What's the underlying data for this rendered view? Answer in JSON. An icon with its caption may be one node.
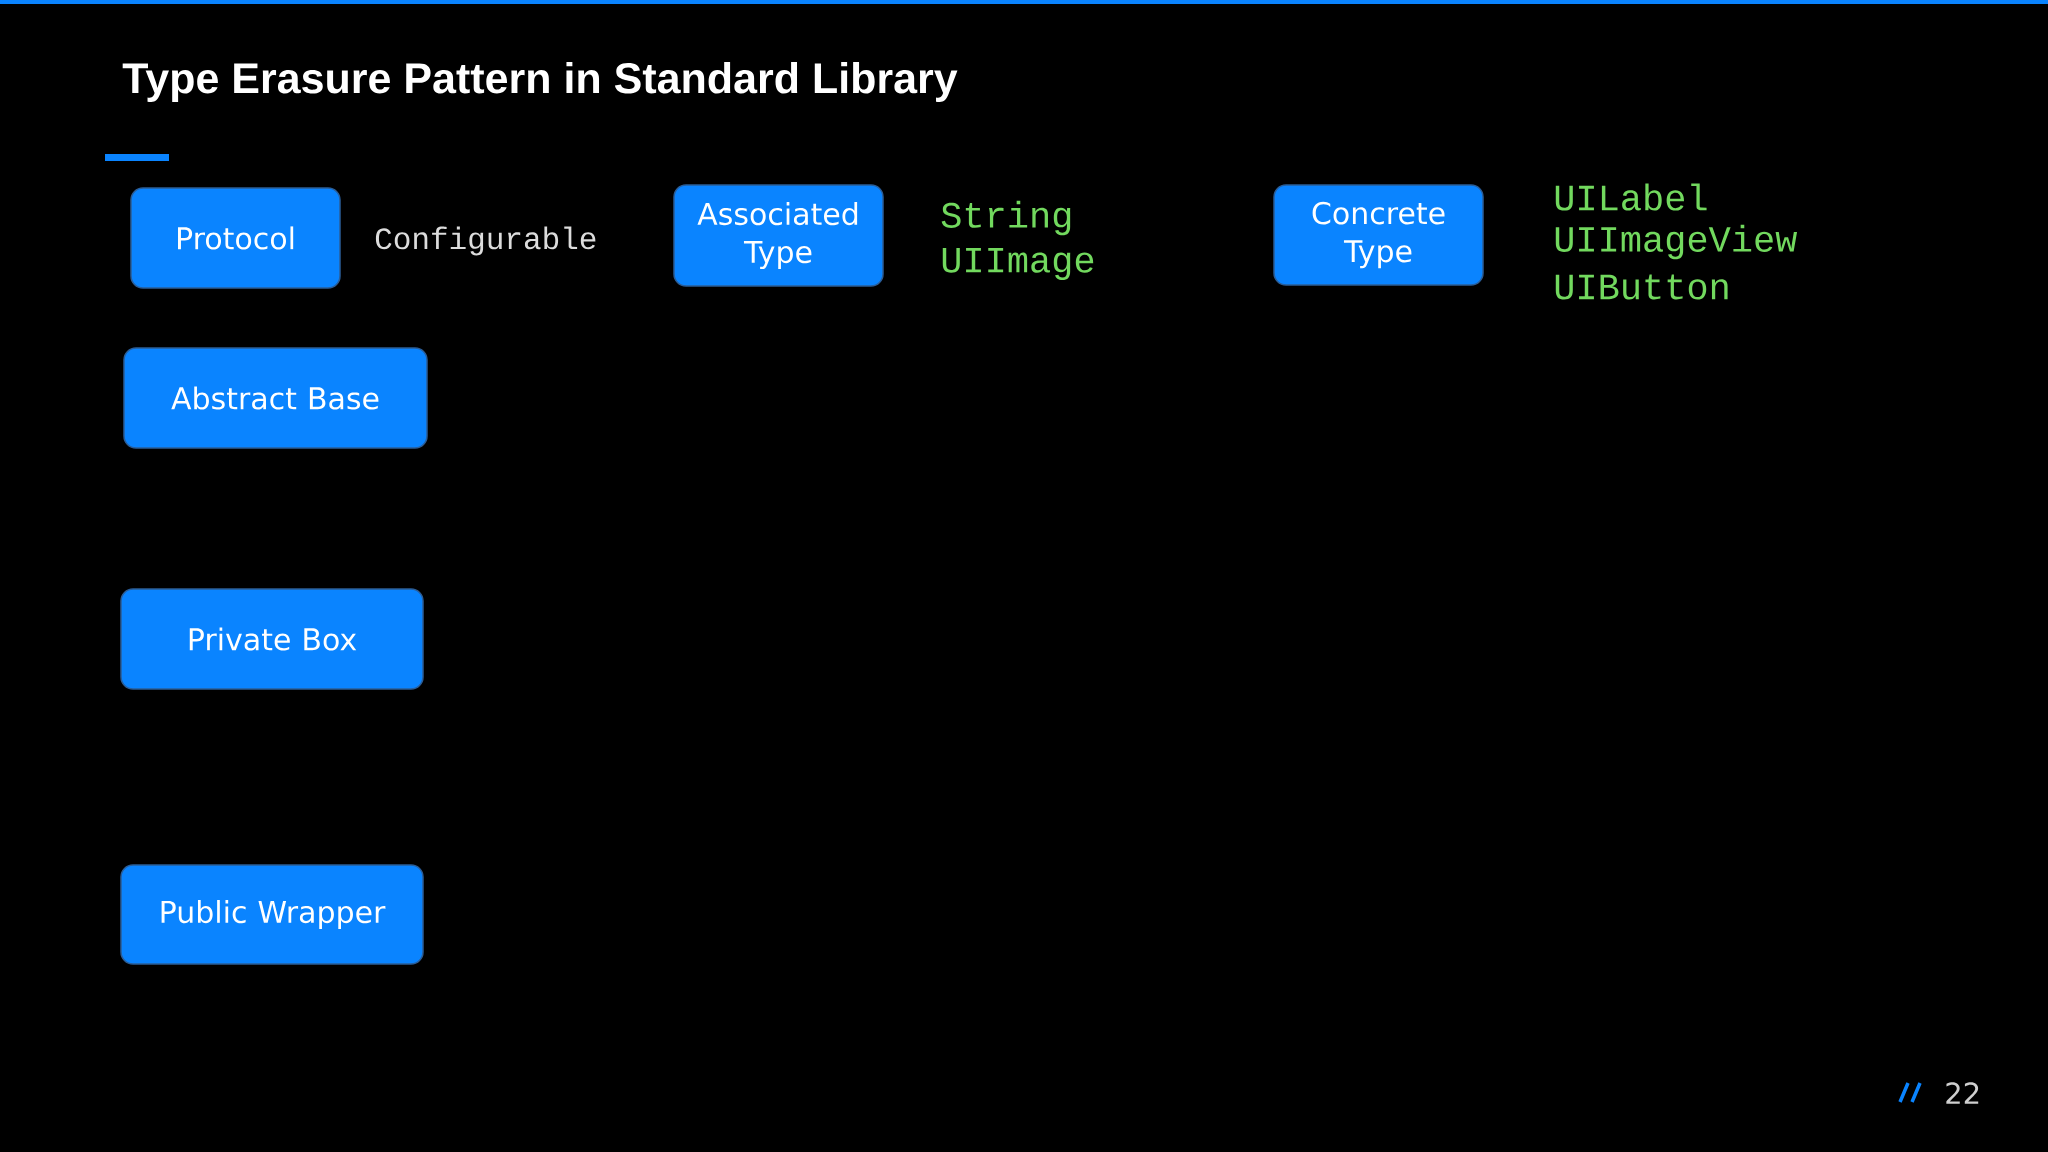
{
  "diagram": {
    "title": "Type Erasure Pattern in Standard Library",
    "nodes": [
      {
        "text": [
          "Protocol"
        ],
        "beside": [
          "Configurable"
        ]
      },
      {
        "text": [
          "Associated Type"
        ],
        "beside": [
          "String",
          "UIImage"
        ]
      },
      {
        "text": [
          "Concrete Type"
        ],
        "beside": [
          "UILabel",
          "UIImageView",
          "UIButton"
        ]
      },
      {
        "text": [
          "Abstract Base"
        ]
      },
      {
        "text": [
          "Private Box"
        ]
      },
      {
        "text": [
          "Public Wrapper"
        ]
      }
    ],
    "labels": [
      "22"
    ]
  }
}
